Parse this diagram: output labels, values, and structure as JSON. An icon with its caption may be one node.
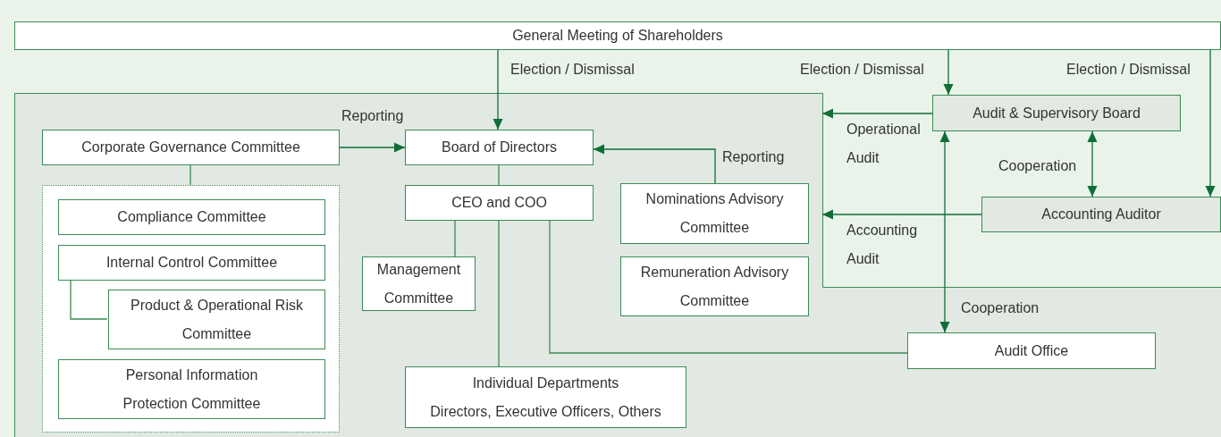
{
  "diagram": {
    "nodes": [
      {
        "text": [
          "General Meeting of Shareholders"
        ]
      },
      {
        "text": [],
        "shape": "box"
      },
      {
        "text": [
          "Corporate Governance Committee"
        ],
        "in": 1
      },
      {
        "text": [],
        "shape": "box",
        "in": 1
      },
      {
        "text": [
          "Compliance Committee"
        ],
        "in": 3
      },
      {
        "text": [
          "Internal Control Committee"
        ],
        "in": 3
      },
      {
        "text": [
          "Product & Operational Risk Committee"
        ],
        "in": 3
      },
      {
        "text": [
          "Personal Information Protection Committee"
        ],
        "in": 3
      },
      {
        "text": [
          "Board of Directors"
        ],
        "in": 1
      },
      {
        "text": [
          "CEO and COO"
        ],
        "in": 1
      },
      {
        "text": [
          "Management Committee"
        ],
        "in": 1
      },
      {
        "text": [
          "Individual Departments",
          "Directors, Executive Officers, Others"
        ],
        "in": 1
      },
      {
        "text": [
          "Nominations Advisory Committee"
        ],
        "in": 1
      },
      {
        "text": [
          "Remuneration Advisory Committee"
        ],
        "in": 1
      },
      {
        "text": [
          "Audit & Supervisory Board"
        ]
      },
      {
        "text": [
          "Accounting Auditor"
        ]
      },
      {
        "text": [
          "Audit Office"
        ],
        "in": 1
      }
    ],
    "edges": [
      {
        "from": 0,
        "to": 8,
        "arrow": "to",
        "label": "Election / Dismissal"
      },
      {
        "from": 0,
        "to": 14,
        "arrow": "to",
        "label": "Election / Dismissal"
      },
      {
        "from": 0,
        "to": 15,
        "arrow": "to",
        "label": "Election / Dismissal"
      },
      {
        "from": 2,
        "to": 8,
        "arrow": "to",
        "label": "Reporting"
      },
      {
        "from": 12,
        "to": 8,
        "arrow": "to",
        "label": "Reporting"
      },
      {
        "from": 2,
        "to": 3,
        "arrow": "none"
      },
      {
        "from": 8,
        "to": 9,
        "arrow": "none"
      },
      {
        "from": 9,
        "to": 10,
        "arrow": "none"
      },
      {
        "from": 9,
        "to": 11,
        "arrow": "none"
      },
      {
        "from": 9,
        "to": 16,
        "arrow": "none"
      },
      {
        "from": 5,
        "to": 6,
        "arrow": "none"
      },
      {
        "from": 14,
        "to": 1,
        "arrow": "to",
        "label": "Operational Audit"
      },
      {
        "from": 15,
        "to": 1,
        "arrow": "to",
        "label": "Accounting Audit"
      },
      {
        "from": 14,
        "to": 15,
        "arrow": "both",
        "label": "Cooperation"
      },
      {
        "from": 14,
        "to": 16,
        "arrow": "both",
        "label": "Cooperation"
      }
    ]
  }
}
